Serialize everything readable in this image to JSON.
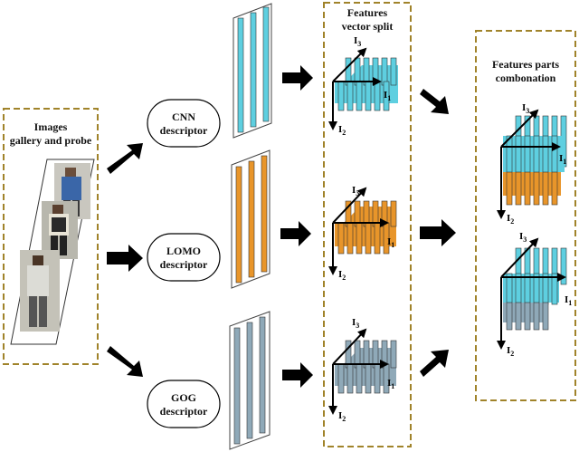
{
  "colors": {
    "cnn": "#5ecfe0",
    "lomo": "#e8952a",
    "gog": "#8fa9b8",
    "dashed_border": "#a0832a",
    "arrow": "#000000"
  },
  "images_box": {
    "title_line1": "Images",
    "title_line2": "gallery and probe"
  },
  "descriptors": {
    "cnn": {
      "line1": "CNN",
      "line2": "descriptor"
    },
    "lomo": {
      "line1": "LOMO",
      "line2": "descriptor"
    },
    "gog": {
      "line1": "GOG",
      "line2": "descriptor"
    }
  },
  "split_box": {
    "title_line1": "Features",
    "title_line2": "vector split"
  },
  "combo_box": {
    "title_line1": "Features parts",
    "title_line2": "combonation"
  },
  "axes": {
    "main": "I",
    "sub1": "1",
    "sub2": "2",
    "sub3": "3"
  }
}
